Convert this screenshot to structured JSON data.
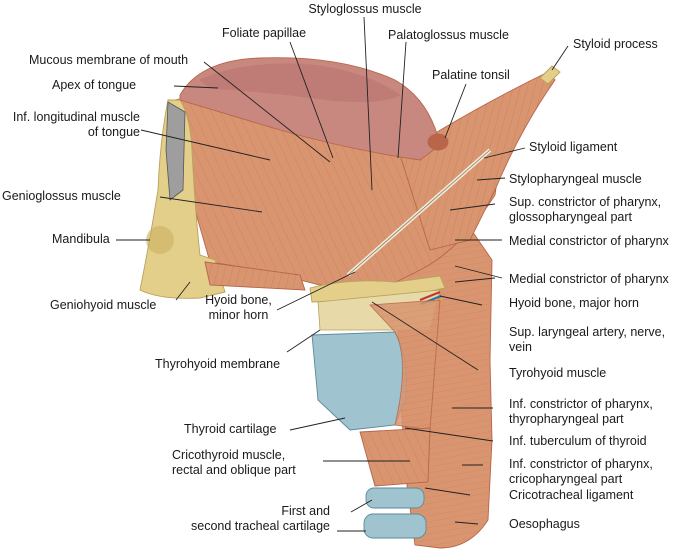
{
  "labels": {
    "styloglossus": "Styloglossus muscle",
    "foliate": "Foliate papillae",
    "palatoglossus": "Palatoglossus muscle",
    "styloid_process": "Styloid process",
    "mucous": "Mucous membrane of mouth",
    "apex": "Apex of tongue",
    "palatine_tonsil": "Palatine tonsil",
    "inf_long": "Inf. longitudinal muscle\nof tongue",
    "styloid_ligament": "Styloid ligament",
    "stylopharyngeal": "Stylopharyngeal muscle",
    "genioglossus": "Genioglossus muscle",
    "sup_constrictor": "Sup. constrictor of pharynx,\nglossopharyngeal part",
    "mandibula": "Mandibula",
    "medial_constrictor_1": "Medial constrictor of pharynx",
    "medial_constrictor_2": "Medial constrictor of pharynx",
    "geniohyoid": "Geniohyoid muscle",
    "hyoid_minor": "Hyoid bone,\nminor horn",
    "hyoid_major": "Hyoid bone, major horn",
    "sup_laryngeal": "Sup. laryngeal artery, nerve,\nvein",
    "thyrohyoid_membrane": "Thyrohyoid membrane",
    "tyrohyoid_muscle": "Tyrohyoid muscle",
    "inf_constrictor_thyro": "Inf. constrictor of pharynx,\nthyropharyngeal part",
    "thyroid_cartilage": "Thyroid cartilage",
    "inf_tuberculum": "Inf. tuberculum of thyroid",
    "cricothyroid": "Cricothyroid muscle,\nrectal and oblique part",
    "inf_constrictor_crico": "Inf. constrictor of pharynx,\ncricopharyngeal part",
    "cricotracheal": "Cricotracheal ligament",
    "tracheal": "First and\nsecond tracheal cartilage",
    "oesophagus": "Oesophagus"
  },
  "colors": {
    "muscle": "#d9956f",
    "muscle_dark": "#b8654a",
    "tongue": "#c9887f",
    "tongue_top": "#b87470",
    "bone": "#e3cf8a",
    "bone_dark": "#b7a25c",
    "cartilage": "#9fc3cf",
    "leader": "#222222"
  }
}
